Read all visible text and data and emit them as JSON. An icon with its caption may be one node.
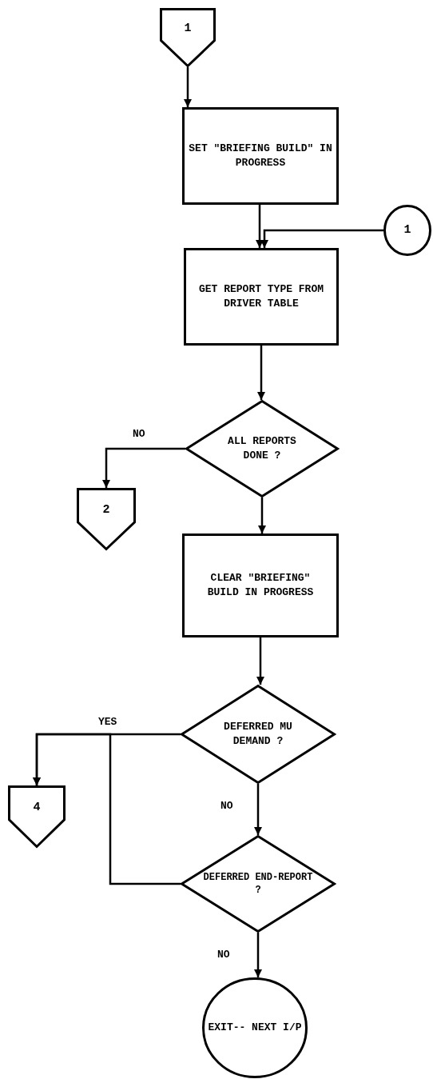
{
  "diagram": {
    "nodes": [
      {
        "text": [
          "1"
        ]
      },
      {
        "text": [
          "SET \"BRIEFING BUILD\" IN PROGRESS"
        ]
      },
      {
        "text": [
          "1"
        ]
      },
      {
        "text": [
          "GET REPORT TYPE FROM DRIVER TABLE"
        ]
      },
      {
        "text": [
          "ALL REPORTS DONE ?"
        ]
      },
      {
        "text": [
          "2"
        ]
      },
      {
        "text": [
          "CLEAR \"BRIEFING\" BUILD IN PROGRESS"
        ]
      },
      {
        "text": [
          "DEFERRED MU DEMAND ?"
        ]
      },
      {
        "text": [
          "4"
        ]
      },
      {
        "text": [
          "DEFERRED END-REPORT ?"
        ]
      },
      {
        "text": [
          "EXIT-- NEXT I/P"
        ]
      }
    ],
    "edges": [
      {
        "from": 0,
        "to": 1,
        "arrow": "to"
      },
      {
        "from": 1,
        "to": 3,
        "arrow": "to"
      },
      {
        "from": 2,
        "to": 3,
        "arrow": "to"
      },
      {
        "from": 3,
        "to": 4,
        "arrow": "to"
      },
      {
        "from": 4,
        "to": 5,
        "arrow": "to",
        "label": "NO"
      },
      {
        "from": 4,
        "to": 6,
        "arrow": "to"
      },
      {
        "from": 6,
        "to": 7,
        "arrow": "to"
      },
      {
        "from": 7,
        "to": 8,
        "arrow": "to",
        "label": "YES"
      },
      {
        "from": 7,
        "to": 9,
        "arrow": "to",
        "label": "NO"
      },
      {
        "from": 9,
        "to": 8,
        "arrow": "to"
      },
      {
        "from": 9,
        "to": 10,
        "arrow": "to",
        "label": "NO"
      }
    ]
  }
}
